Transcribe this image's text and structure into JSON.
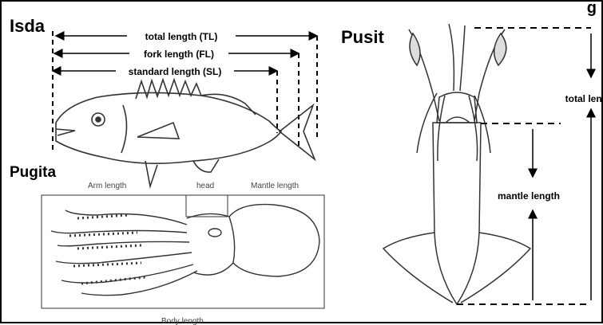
{
  "panels": {
    "isda": {
      "title": "Isda",
      "total_label": "total length (TL)",
      "fork_label": "fork length (FL)",
      "standard_label": "standard length (SL)"
    },
    "pugita": {
      "title": "Pugita",
      "arm_label": "Arm length",
      "head_label": "head",
      "mantle_label": "Mantle length",
      "body_label": "Body length"
    },
    "pusit": {
      "title": "Pusit",
      "total_label": "total length",
      "mantle_label": "mantle length"
    }
  },
  "clipped_text": "g",
  "colors": {
    "ink": "#000000",
    "sketch": "#333333",
    "paper": "#ffffff"
  }
}
